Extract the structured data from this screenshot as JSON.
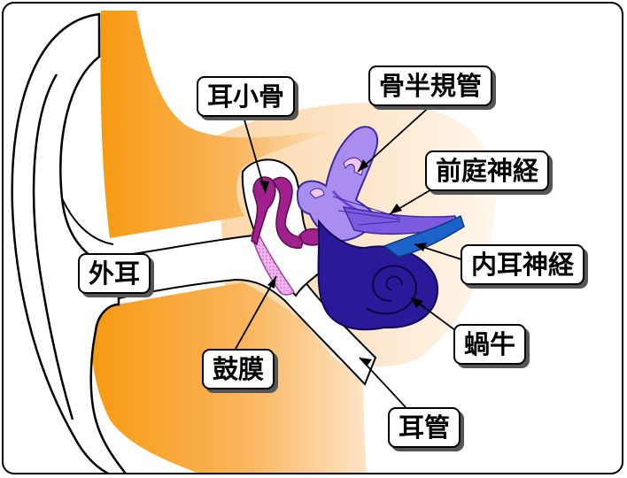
{
  "labels": {
    "ossicles": "耳小骨",
    "semicircular_canals": "骨半規管",
    "vestibular_nerve": "前庭神経",
    "cochlear_nerve": "内耳神経",
    "outer_ear": "外耳",
    "eardrum": "鼓膜",
    "cochlea": "蝸牛",
    "ear_canal": "耳管"
  },
  "colors": {
    "skin": "#f7a21e",
    "bone_shadow": "#fde3c0",
    "ossicle": "#a0208c",
    "eardrum": "#e89ae6",
    "canal_light": "#a98ef0",
    "canal_dark": "#6a44d8",
    "cochlea": "#2a1a9a",
    "nerve": "#1b63c9"
  }
}
